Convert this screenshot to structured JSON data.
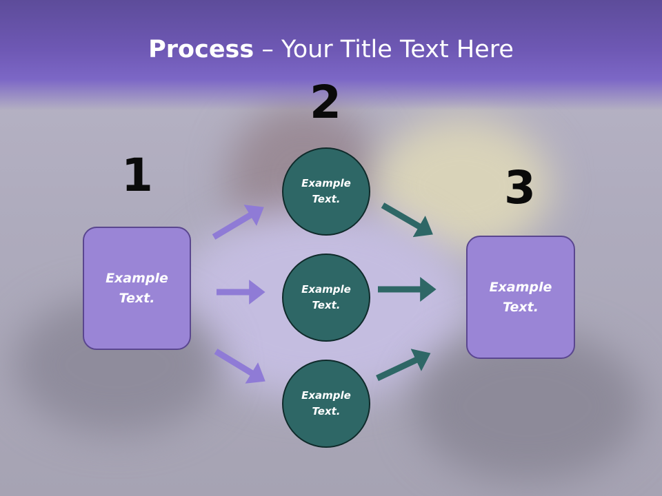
{
  "title": {
    "bold": "Process",
    "rest": " – Your Title Text Here"
  },
  "steps": [
    {
      "number": "1",
      "label": "Example\nText."
    },
    {
      "number": "2",
      "labels": [
        "Example\nText.",
        "Example\nText.",
        "Example\nText."
      ]
    },
    {
      "number": "3",
      "label": "Example\nText."
    }
  ],
  "colors": {
    "title_band": "#6e58b4",
    "box_fill": "#9a85d6",
    "box_border": "#5a468f",
    "circle_fill": "#2e6766",
    "arrow_left": "#8f7bd6",
    "arrow_right": "#2e6766"
  }
}
